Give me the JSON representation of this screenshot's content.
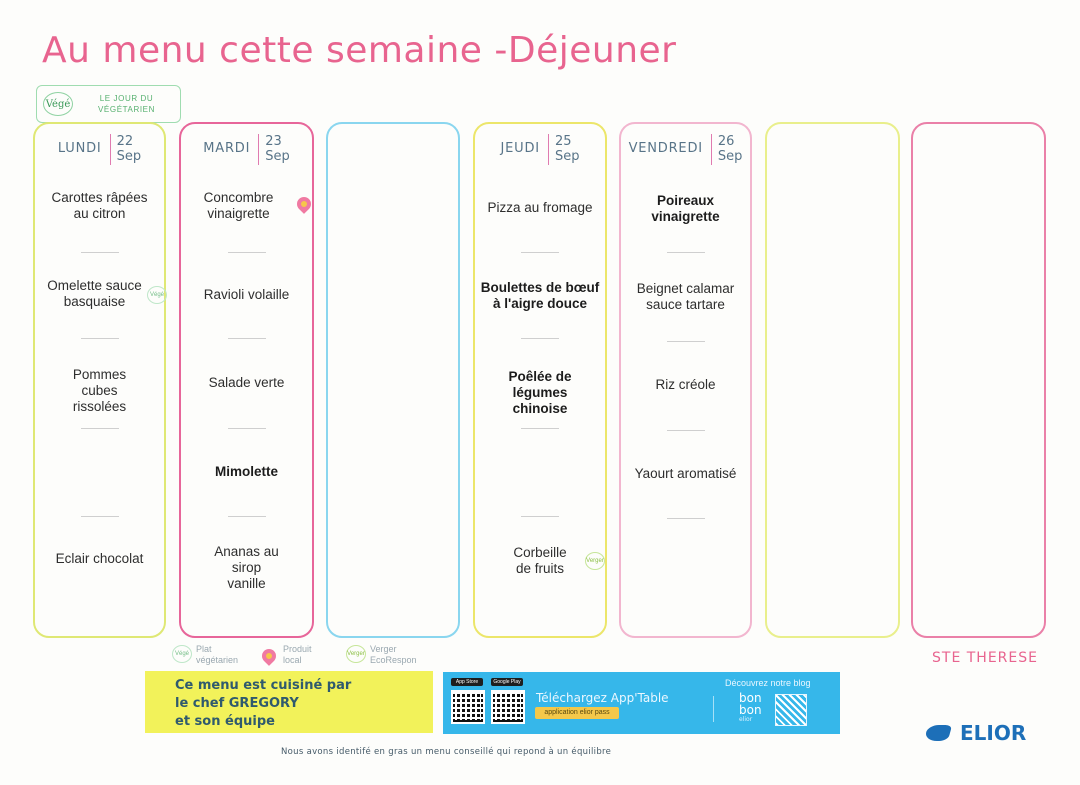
{
  "title": "Au menu cette semaine -Déjeuner",
  "vege_banner": {
    "logo": "Végé",
    "text": "LE JOUR DU VÉGÉTARIEN"
  },
  "days": [
    {
      "day": "LUNDI",
      "num": "22",
      "month": "Sep",
      "border": "#dfe874",
      "items": [
        "Carottes râpées au citron",
        "Omelette sauce basquaise",
        "Pommes cubes rissolées",
        "",
        "Eclair chocolat"
      ]
    },
    {
      "day": "MARDI",
      "num": "23",
      "month": "Sep",
      "border": "#e7669a",
      "items": [
        "Concombre vinaigrette",
        "Ravioli volaille",
        "Salade verte",
        "Mimolette",
        "Ananas au sirop vanille"
      ]
    },
    {
      "day": "",
      "num": "",
      "month": "",
      "border": "#8ad6ef",
      "items": []
    },
    {
      "day": "JEUDI",
      "num": "25",
      "month": "Sep",
      "border": "#ece66a",
      "items": [
        "Pizza au fromage",
        "Boulettes de bœuf à l'aigre douce",
        "Poêlée de légumes chinoise",
        "",
        "Corbeille de fruits"
      ]
    },
    {
      "day": "VENDREDI",
      "num": "26",
      "month": "Sep",
      "border": "#f2b6cf",
      "items": [
        "Poireaux vinaigrette",
        "Beignet calamar sauce tartare",
        "Riz créole",
        "Yaourt aromatisé",
        ""
      ]
    },
    {
      "day": "",
      "num": "",
      "month": "",
      "border": "#e9ef8c",
      "items": []
    },
    {
      "day": "",
      "num": "",
      "month": "",
      "border": "#ea80a8",
      "items": []
    }
  ],
  "badges": {
    "vege_small": "Végé",
    "verger_small": "Verger"
  },
  "legend": {
    "vege": "Plat végétarien",
    "local": "Produit local",
    "verger": "Verger EcoRespon"
  },
  "site_name": "STE THERESE",
  "chef_box": {
    "line1": "Ce menu est cuisiné par",
    "line2": "le chef GREGORY",
    "line3": "et son équipe"
  },
  "app_box": {
    "app_store": "App Store",
    "google_play": "Google Play",
    "title": "Téléchargez App'Table",
    "button": "application elior pass",
    "blog_title": "Découvrez notre blog",
    "bonbon_line1": "bon",
    "bonbon_line2": "bon",
    "bonbon_sub": "elior"
  },
  "brand": "ELIOR",
  "footnote": "Nous avons identifé en gras un menu conseillé qui repond à un équilibre",
  "colors": {
    "title_pink": "#e8648f",
    "elior_blue": "#1d6fb8",
    "app_blue": "#36b7ea",
    "chef_yellow": "#f2f25a"
  }
}
